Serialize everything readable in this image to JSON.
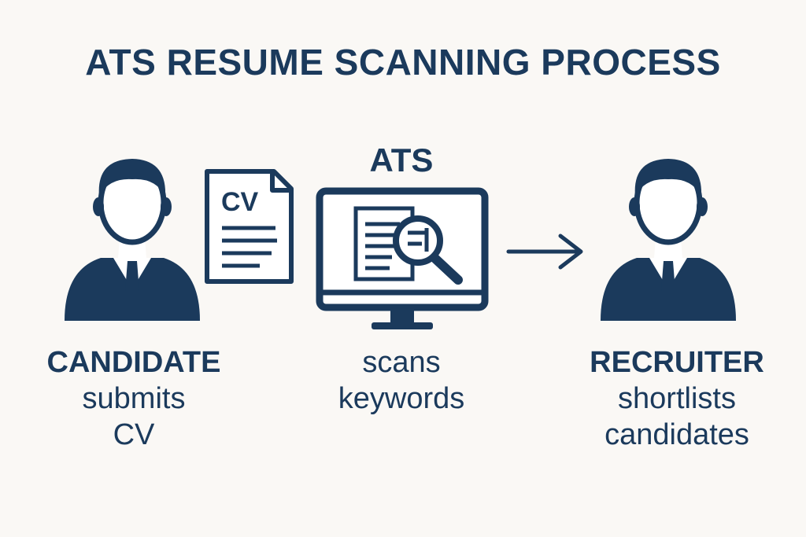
{
  "title": "ATS RESUME SCANNING PROCESS",
  "ats_label": "ATS",
  "document": {
    "label": "CV"
  },
  "steps": [
    {
      "role": "CANDIDATE",
      "lines": [
        "submits",
        "CV"
      ]
    },
    {
      "role": "",
      "lines": [
        "scans",
        "keywords"
      ]
    },
    {
      "role": "RECRUITER",
      "lines": [
        "shortlists",
        "candidates"
      ]
    }
  ],
  "colors": {
    "primary": "#1b3a5c",
    "background": "#faf8f5"
  },
  "icons": [
    "candidate-person-icon",
    "cv-document-icon",
    "monitor-icon",
    "magnifier-icon",
    "arrow-right-icon",
    "recruiter-person-icon"
  ]
}
